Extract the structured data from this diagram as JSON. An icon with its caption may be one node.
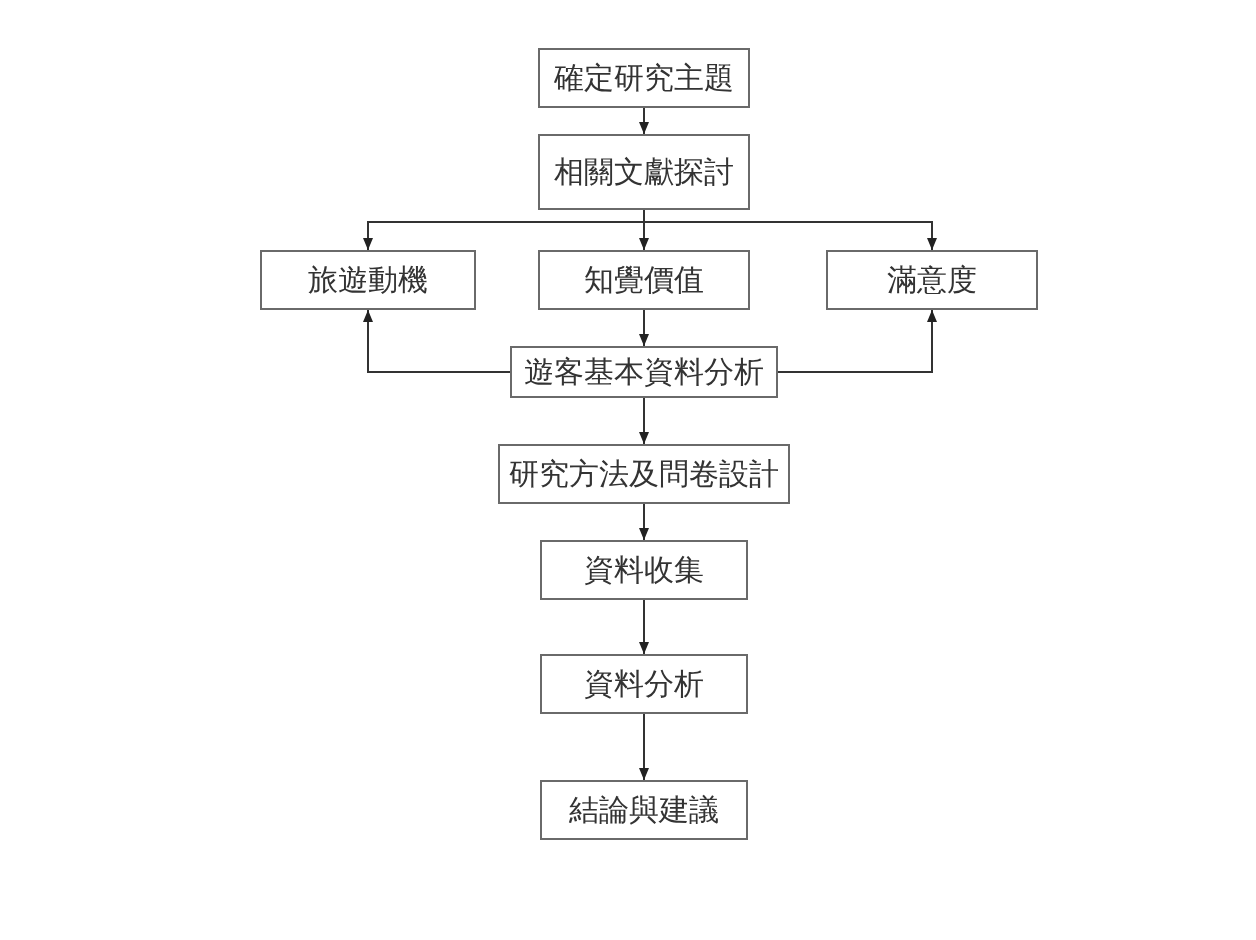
{
  "diagram": {
    "nodes": [
      {
        "text": [
          "確定研究主題"
        ]
      },
      {
        "text": [
          "相關文獻探討"
        ]
      },
      {
        "text": [
          "旅遊動機"
        ]
      },
      {
        "text": [
          "知覺價值"
        ]
      },
      {
        "text": [
          "滿意度"
        ]
      },
      {
        "text": [
          "遊客基本資料分析"
        ]
      },
      {
        "text": [
          "研究方法及問卷設計"
        ]
      },
      {
        "text": [
          "資料收集"
        ]
      },
      {
        "text": [
          "資料分析"
        ]
      },
      {
        "text": [
          "結論與建議"
        ]
      }
    ],
    "edges": [
      {
        "from": 0,
        "to": 1,
        "arrow": "to"
      },
      {
        "from": 1,
        "to": 2,
        "arrow": "to"
      },
      {
        "from": 1,
        "to": 3,
        "arrow": "to"
      },
      {
        "from": 1,
        "to": 4,
        "arrow": "to"
      },
      {
        "from": 3,
        "to": 5,
        "arrow": "to"
      },
      {
        "from": 5,
        "to": 2,
        "arrow": "to"
      },
      {
        "from": 5,
        "to": 4,
        "arrow": "to"
      },
      {
        "from": 5,
        "to": 6,
        "arrow": "to"
      },
      {
        "from": 6,
        "to": 7,
        "arrow": "to"
      },
      {
        "from": 7,
        "to": 8,
        "arrow": "to"
      },
      {
        "from": 8,
        "to": 9,
        "arrow": "to"
      }
    ]
  }
}
